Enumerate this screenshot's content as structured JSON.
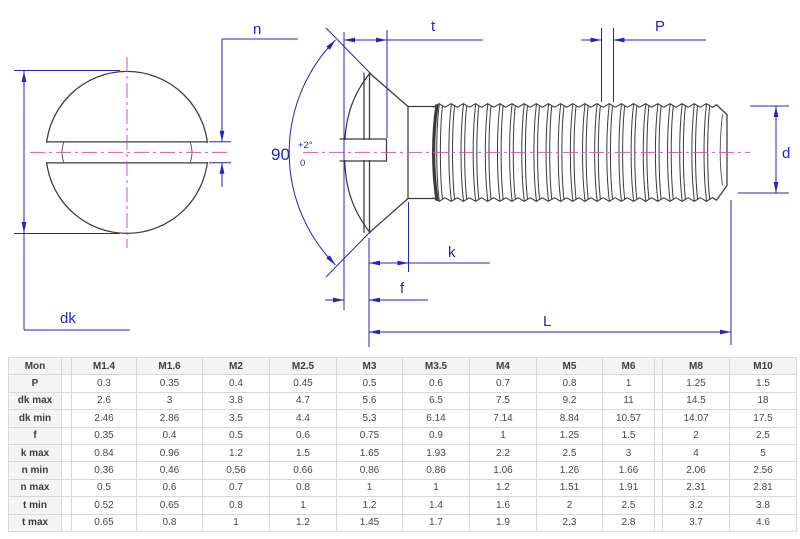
{
  "drawing": {
    "front_view": {
      "labels": {
        "dk": "dk",
        "n": "n"
      }
    },
    "side_view": {
      "labels": {
        "t": "t",
        "P": "P",
        "d": "d",
        "k": "k",
        "f": "f",
        "L": "L"
      },
      "angle": {
        "value": "90",
        "tol_upper": "+2°",
        "tol_lower": "0"
      }
    }
  },
  "table": {
    "header": [
      "Mon",
      "M1.4",
      "M1.6",
      "M2",
      "M2.5",
      "M3",
      "M3.5",
      "M4",
      "M5",
      "M6",
      "M8",
      "M10"
    ],
    "rows": [
      {
        "label": "P",
        "values": [
          "0.3",
          "0.35",
          "0.4",
          "0.45",
          "0.5",
          "0.6",
          "0.7",
          "0.8",
          "1",
          "1.25",
          "1.5"
        ]
      },
      {
        "label": "dk max",
        "values": [
          "2.6",
          "3",
          "3.8",
          "4.7",
          "5.6",
          "6.5",
          "7.5",
          "9.2",
          "11",
          "14.5",
          "18"
        ]
      },
      {
        "label": "dk min",
        "values": [
          "2.46",
          "2.86",
          "3.5",
          "4.4",
          "5.3",
          "6.14",
          "7.14",
          "8.84",
          "10.57",
          "14.07",
          "17.5"
        ]
      },
      {
        "label": "f",
        "values": [
          "0.35",
          "0.4",
          "0.5",
          "0.6",
          "0.75",
          "0.9",
          "1",
          "1.25",
          "1.5",
          "2",
          "2.5"
        ]
      },
      {
        "label": "k max",
        "values": [
          "0.84",
          "0.96",
          "1.2",
          "1.5",
          "1.65",
          "1.93",
          "2.2",
          "2.5",
          "3",
          "4",
          "5"
        ]
      },
      {
        "label": "n min",
        "values": [
          "0.36",
          "0.46",
          "0.56",
          "0.66",
          "0.86",
          "0.86",
          "1.06",
          "1.26",
          "1.66",
          "2.06",
          "2.56"
        ]
      },
      {
        "label": "n max",
        "values": [
          "0.5",
          "0.6",
          "0.7",
          "0.8",
          "1",
          "1",
          "1.2",
          "1.51",
          "1.91",
          "2.31",
          "2.81"
        ]
      },
      {
        "label": "t min",
        "values": [
          "0.52",
          "0.65",
          "0.8",
          "1",
          "1.2",
          "1.4",
          "1.6",
          "2",
          "2.5",
          "3.2",
          "3.8"
        ]
      },
      {
        "label": "t max",
        "values": [
          "0.65",
          "0.8",
          "1",
          "1.2",
          "1.45",
          "1.7",
          "1.9",
          "2.3",
          "2.8",
          "3.7",
          "4.6"
        ]
      }
    ]
  },
  "colors": {
    "dimension": "#2424bc",
    "centerline": "#cf57b1",
    "outline": "#3a3a3a"
  }
}
